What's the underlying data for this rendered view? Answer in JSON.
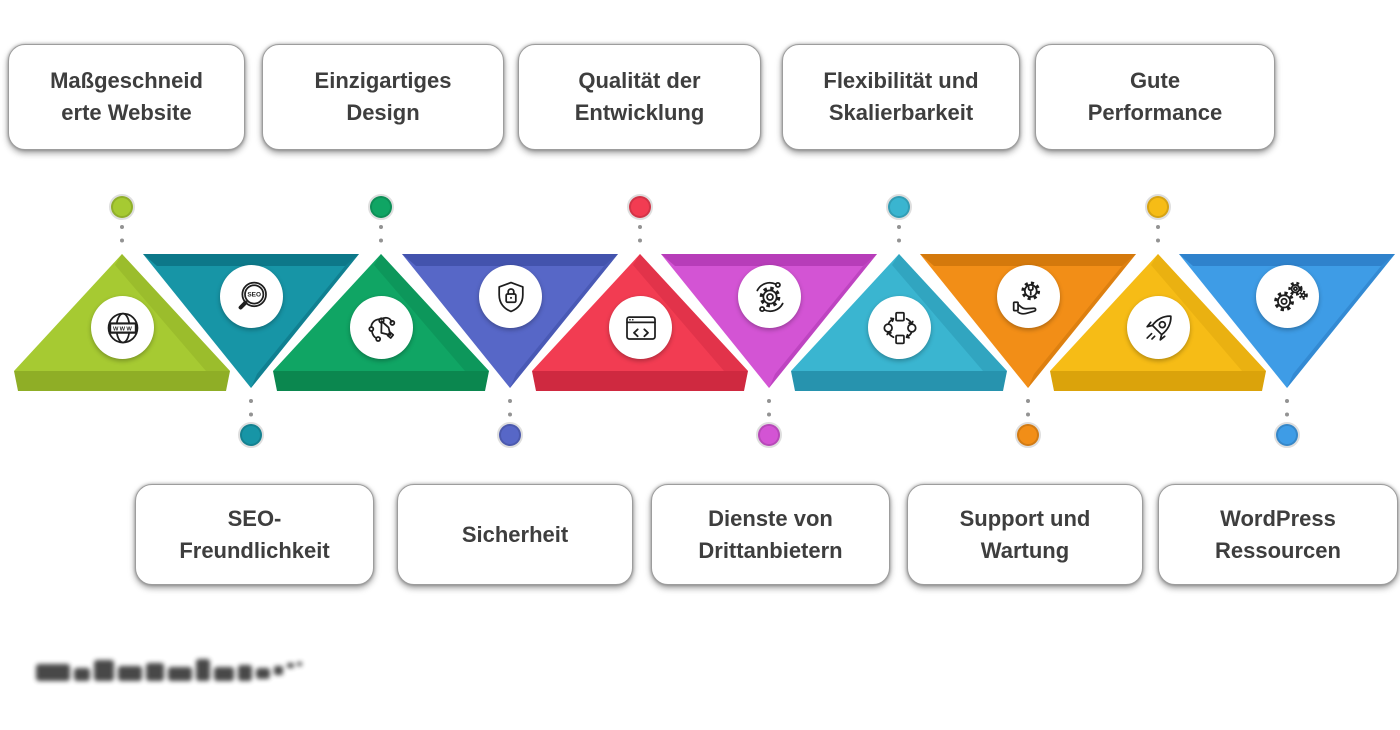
{
  "page": {
    "background": "#ffffff",
    "card_bg": "#ffffff",
    "card_text_color": "#3e3e3e"
  },
  "diagram": {
    "type": "triangle-zigzag-infographic",
    "icon_texts": {
      "globe": "WWW",
      "seo": "SEO"
    },
    "items": [
      {
        "label": "Maßgeschneiderte Website",
        "lines": [
          "Maßgeschneid",
          "erte Website"
        ],
        "position": "top",
        "orientation": "up",
        "color": "#a6ca32",
        "shade": "#8fae26",
        "icon": "globe-www-icon"
      },
      {
        "label": "SEO-Freundlichkeit",
        "lines": [
          "SEO-",
          "Freundlichkeit"
        ],
        "position": "bottom",
        "orientation": "down",
        "color": "#1795a6",
        "shade": "#0c7384",
        "icon": "seo-magnifier-icon"
      },
      {
        "label": "Einzigartiges Design",
        "lines": [
          "Einzigartiges",
          "Design"
        ],
        "position": "top",
        "orientation": "up",
        "color": "#10a564",
        "shade": "#0b874f",
        "icon": "pen-tool-icon"
      },
      {
        "label": "Sicherheit",
        "lines": [
          "Sicherheit"
        ],
        "position": "bottom",
        "orientation": "down",
        "color": "#5767c7",
        "shade": "#4050a8",
        "icon": "shield-lock-icon"
      },
      {
        "label": "Qualität der Entwicklung",
        "lines": [
          "Qualität der",
          "Entwicklung"
        ],
        "position": "top",
        "orientation": "up",
        "color": "#f23c52",
        "shade": "#cf2940",
        "icon": "code-window-icon"
      },
      {
        "label": "Dienste von Drittanbietern",
        "lines": [
          "Dienste von",
          "Drittanbietern"
        ],
        "position": "bottom",
        "orientation": "down",
        "color": "#d354d4",
        "shade": "#b13ab4",
        "icon": "process-gear-icon"
      },
      {
        "label": "Flexibilität und Skalierbarkeit",
        "lines": [
          "Flexibilität und",
          "Skalierbarkeit"
        ],
        "position": "top",
        "orientation": "up",
        "color": "#3ab5d0",
        "shade": "#2793ae",
        "icon": "workflow-icon"
      },
      {
        "label": "Support und Wartung",
        "lines": [
          "Support und",
          "Wartung"
        ],
        "position": "bottom",
        "orientation": "down",
        "color": "#f28e17",
        "shade": "#cf760b",
        "icon": "hand-gear-icon"
      },
      {
        "label": "Gute Performance",
        "lines": [
          "Gute",
          "Performance"
        ],
        "position": "top",
        "orientation": "up",
        "color": "#f6bc16",
        "shade": "#dba30b",
        "icon": "rocket-icon"
      },
      {
        "label": "WordPress Ressourcen",
        "lines": [
          "WordPress",
          "Ressourcen"
        ],
        "position": "bottom",
        "orientation": "down",
        "color": "#3e9ce6",
        "shade": "#2d7ec7",
        "icon": "gears-icon"
      }
    ]
  },
  "watermark": {
    "icon": "blurred-wordmark-logo"
  }
}
